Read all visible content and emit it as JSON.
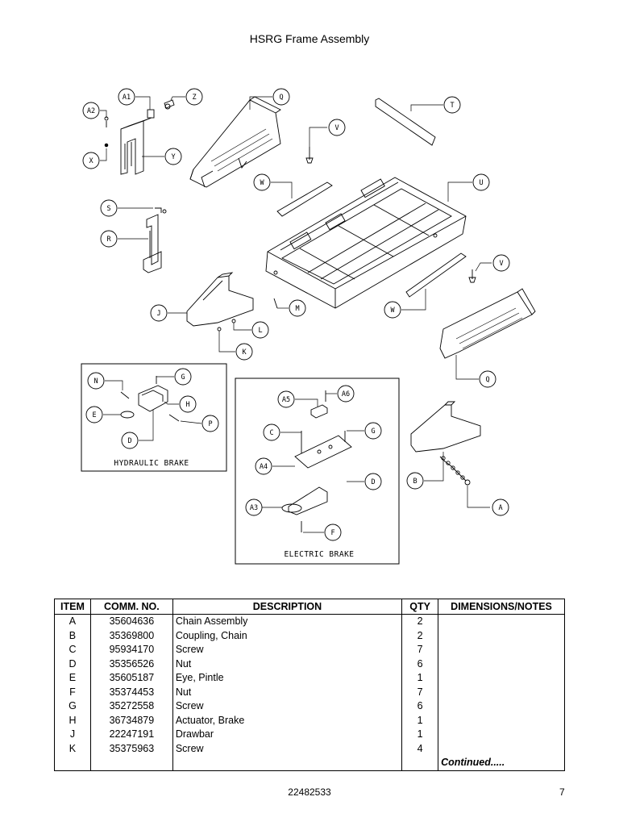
{
  "title": "HSRG Frame Assembly",
  "diagram": {
    "callouts": [
      "A1",
      "Z",
      "A2",
      "Q",
      "T",
      "X",
      "Y",
      "V",
      "W",
      "U",
      "S",
      "R",
      "V",
      "W",
      "J",
      "M",
      "L",
      "K",
      "Q",
      "N",
      "G",
      "H",
      "E",
      "P",
      "D",
      "A6",
      "A5",
      "C",
      "G",
      "A4",
      "D",
      "A3",
      "F",
      "B",
      "A"
    ],
    "inset_captions": {
      "hydraulic": "HYDRAULIC BRAKE",
      "electric": "ELECTRIC BRAKE"
    }
  },
  "table": {
    "headers": [
      "ITEM",
      "COMM. NO.",
      "DESCRIPTION",
      "QTY",
      "DIMENSIONS/NOTES"
    ],
    "rows": [
      {
        "item": "A",
        "comm_no": "35604636",
        "description": "Chain Assembly",
        "qty": "2",
        "notes": ""
      },
      {
        "item": "B",
        "comm_no": "35369800",
        "description": "Coupling, Chain",
        "qty": "2",
        "notes": ""
      },
      {
        "item": "C",
        "comm_no": "95934170",
        "description": "Screw",
        "qty": "7",
        "notes": ""
      },
      {
        "item": "D",
        "comm_no": "35356526",
        "description": "Nut",
        "qty": "6",
        "notes": ""
      },
      {
        "item": "E",
        "comm_no": "35605187",
        "description": "Eye, Pintle",
        "qty": "1",
        "notes": ""
      },
      {
        "item": "F",
        "comm_no": "35374453",
        "description": "Nut",
        "qty": "7",
        "notes": ""
      },
      {
        "item": "G",
        "comm_no": "35272558",
        "description": "Screw",
        "qty": "6",
        "notes": ""
      },
      {
        "item": "H",
        "comm_no": "36734879",
        "description": "Actuator, Brake",
        "qty": "1",
        "notes": ""
      },
      {
        "item": "J",
        "comm_no": "22247191",
        "description": "Drawbar",
        "qty": "1",
        "notes": ""
      },
      {
        "item": "K",
        "comm_no": "35375963",
        "description": "Screw",
        "qty": "4",
        "notes": ""
      }
    ],
    "continued": "Continued....."
  },
  "footer": {
    "doc_number": "22482533",
    "page": "7"
  }
}
